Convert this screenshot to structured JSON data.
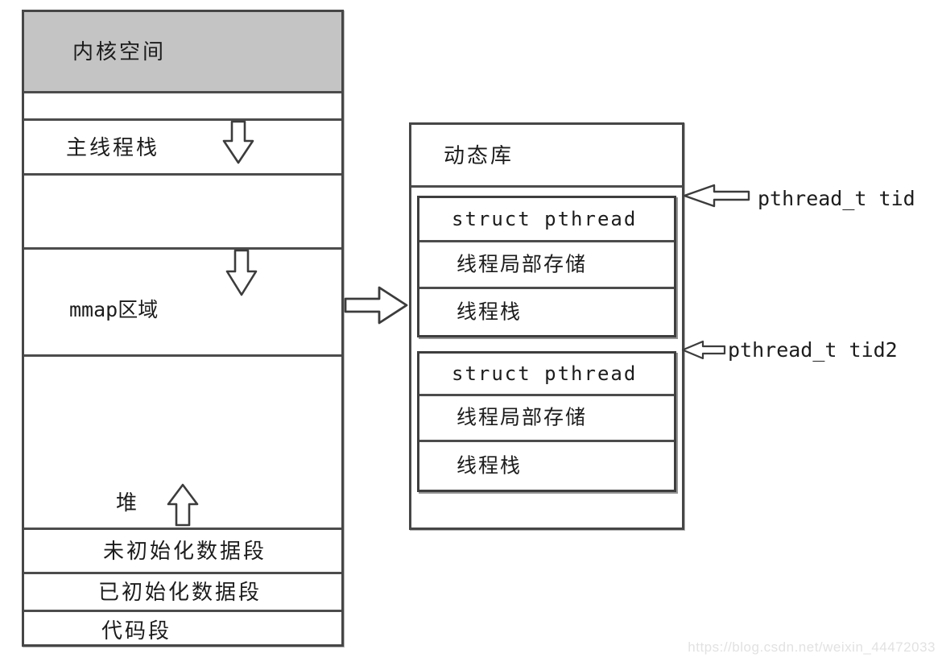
{
  "process_box": {
    "sections": [
      {
        "name": "kernel-space",
        "label": "内核空间"
      },
      {
        "name": "gap-1",
        "label": ""
      },
      {
        "name": "main-thread-stack",
        "label": "主线程栈",
        "growth_arrow": "down"
      },
      {
        "name": "gap-2",
        "label": ""
      },
      {
        "name": "mmap-region",
        "label": "mmap区域",
        "growth_arrow": "down"
      },
      {
        "name": "heap",
        "label": "堆",
        "growth_arrow": "up"
      },
      {
        "name": "uninitialized-data-segment",
        "label": "未初始化数据段"
      },
      {
        "name": "initialized-data-segment",
        "label": "已初始化数据段"
      },
      {
        "name": "code-segment",
        "label": "代码段"
      }
    ]
  },
  "library_box": {
    "title": "动态库",
    "thread_blocks": [
      {
        "rows": [
          {
            "label": "struct pthread"
          },
          {
            "label": "线程局部存储"
          },
          {
            "label": "线程栈"
          }
        ]
      },
      {
        "rows": [
          {
            "label": "struct pthread"
          },
          {
            "label": "线程局部存储"
          },
          {
            "label": "线程栈"
          }
        ]
      }
    ]
  },
  "pointer_labels": [
    {
      "label": "pthread_t tid"
    },
    {
      "label": "pthread_t tid2"
    }
  ],
  "watermark": "https://blog.csdn.net/weixin_44472033",
  "colors": {
    "kernel_fill": "#c4c4c4",
    "line": "#464646",
    "text": "#1c1c1c",
    "watermark": "#e2e2e2"
  }
}
